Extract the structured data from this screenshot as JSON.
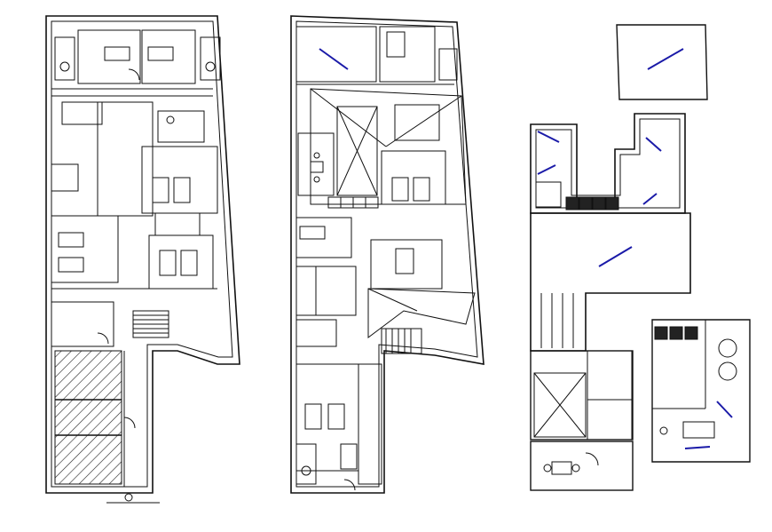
{
  "drawing": {
    "description_visible_text": "",
    "plans": [
      {
        "id": "plan-ground-floor",
        "title": ""
      },
      {
        "id": "plan-first-floor",
        "title": ""
      },
      {
        "id": "plan-roof",
        "title": ""
      }
    ],
    "colors": {
      "line": "#111111",
      "accent_blue": "#1a1aa8",
      "hatch": "#222222",
      "background": "#ffffff"
    }
  }
}
